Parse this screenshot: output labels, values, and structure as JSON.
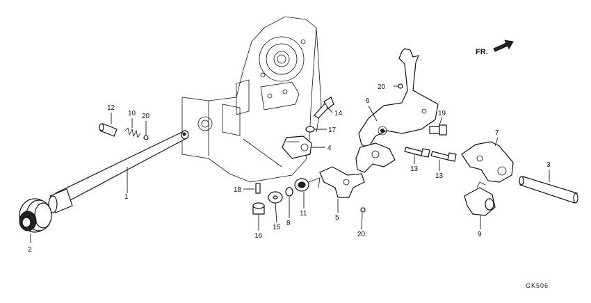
{
  "direction_label": "FR.",
  "diagram_code": "GK506",
  "callouts": {
    "p1": "1",
    "p2": "2",
    "p3": "3",
    "p4": "4",
    "p5": "5",
    "p6": "6",
    "p7": "7",
    "p8": "8",
    "p9": "9",
    "p10": "10",
    "p11": "11",
    "p12": "12",
    "p13a": "13",
    "p13b": "13",
    "p14": "14",
    "p15": "15",
    "p16": "16",
    "p17": "17",
    "p18": "18",
    "p19": "19",
    "p20a": "20",
    "p20b": "20",
    "p20c": "20"
  }
}
